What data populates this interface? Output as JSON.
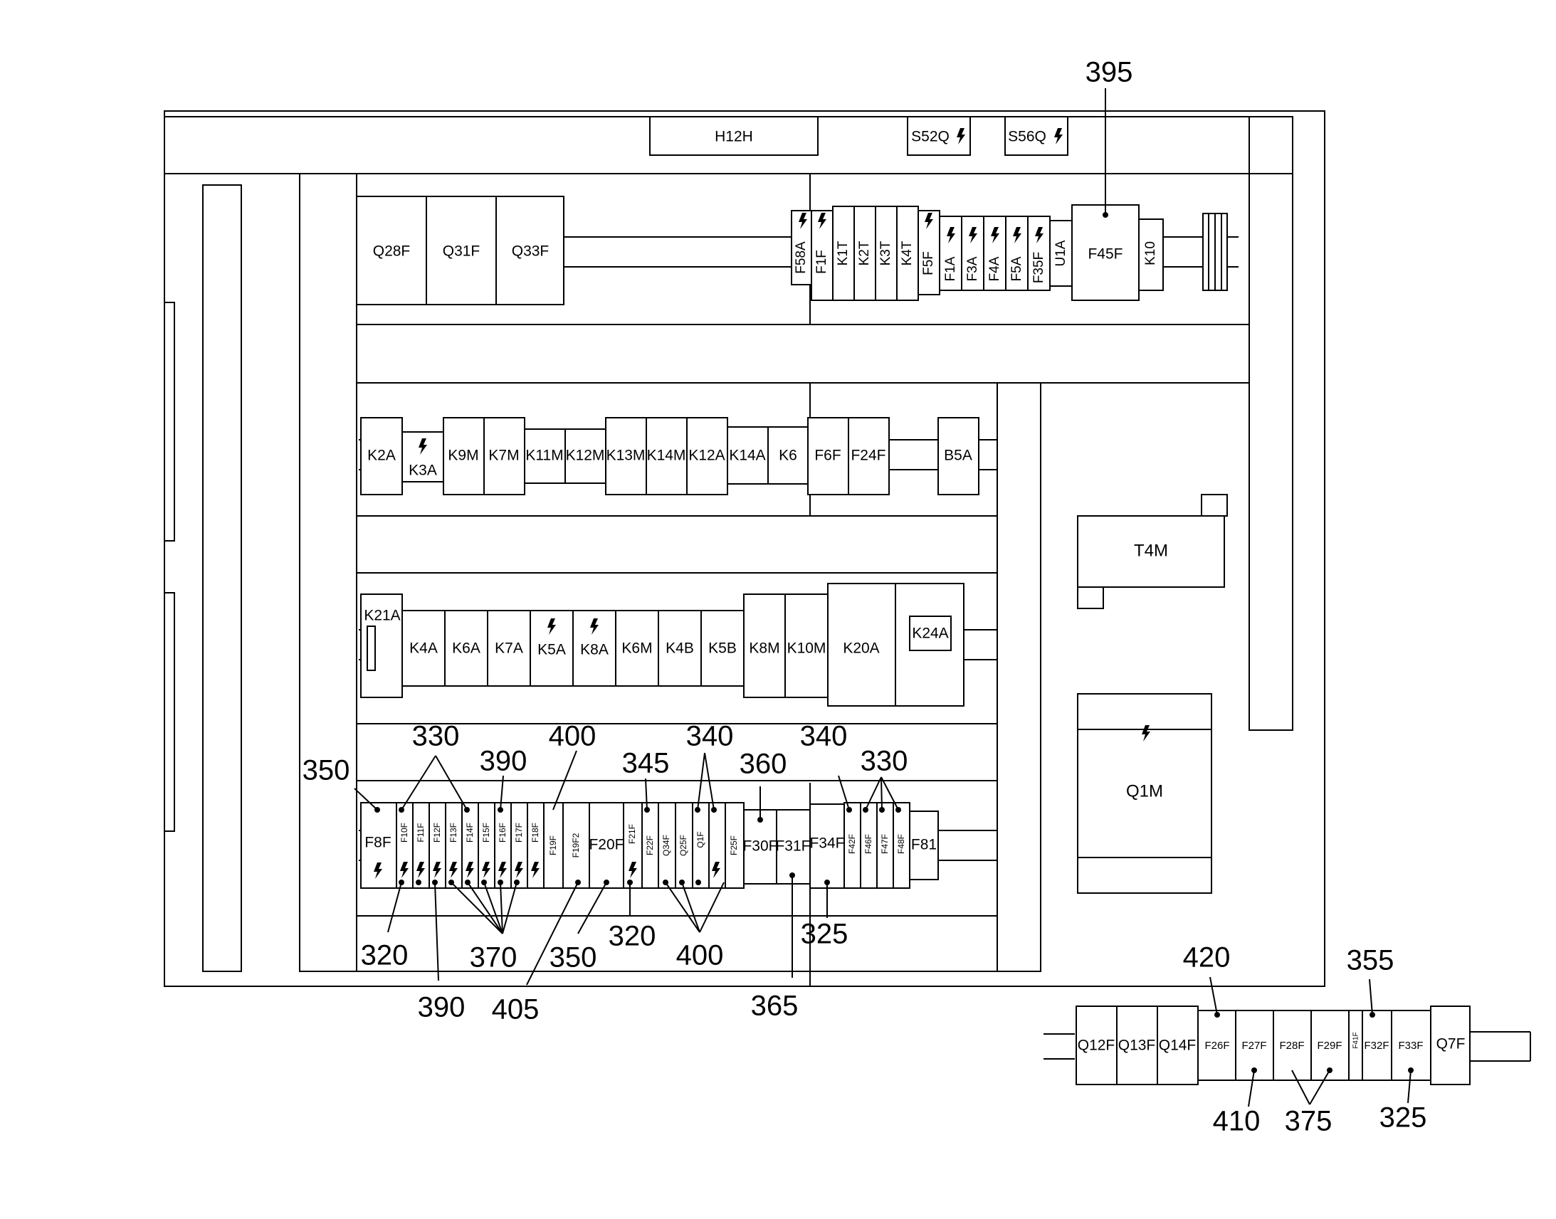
{
  "panel": {
    "top": {
      "H12H": "H12H",
      "S52Q": "S52Q",
      "S56Q": "S56Q"
    },
    "row1": {
      "Q28F": "Q28F",
      "Q31F": "Q31F",
      "Q33F": "Q33F",
      "F58A": "F58A",
      "F1F": "F1F",
      "K1T": "K1T",
      "K2T": "K2T",
      "K3T": "K3T",
      "K4T": "K4T",
      "F5F": "F5F",
      "F1A": "F1A",
      "F3A": "F3A",
      "F4A": "F4A",
      "F5A": "F5A",
      "F35F": "F35F",
      "U1A": "U1A",
      "F45F": "F45F",
      "K10": "K10"
    },
    "row2": {
      "K2A": "K2A",
      "K3A": "K3A",
      "K9M": "K9M",
      "K7M": "K7M",
      "K11M": "K11M",
      "K12M": "K12M",
      "K13M": "K13M",
      "K14M": "K14M",
      "K12A": "K12A",
      "K14A": "K14A",
      "K6": "K6",
      "F6F": "F6F",
      "F24F": "F24F",
      "B5A": "B5A"
    },
    "row3": {
      "K21A": "K21A",
      "K4A": "K4A",
      "K6A": "K6A",
      "K7A": "K7A",
      "K5A": "K5A",
      "K8A": "K8A",
      "K6M": "K6M",
      "K4B": "K4B",
      "K5B": "K5B",
      "K8M": "K8M",
      "K10M": "K10M",
      "K20A": "K20A",
      "K24A": "K24A"
    },
    "row4": {
      "F8F": "F8F",
      "F10F": "F10F",
      "F11F": "F11F",
      "F12F": "F12F",
      "F13F": "F13F",
      "F14F": "F14F",
      "F15F": "F15F",
      "F16F": "F16F",
      "F17F": "F17F",
      "F18F": "F18F",
      "F19F": "F19F",
      "F19F2": "F19F2",
      "F20F": "F20F",
      "F21F": "F21F",
      "F22F": "F22F",
      "Q34F": "Q34F",
      "Q25F": "Q25F",
      "Q1F": "Q1F",
      "F25F": "F25F",
      "F30F": "F30F",
      "F31F": "F31F",
      "F34F": "F34F",
      "F42F": "F42F",
      "F46F": "F46F",
      "F47F": "F47F",
      "F48F": "F48F",
      "F81": "F81"
    },
    "right": {
      "T4M": "T4M",
      "Q1M": "Q1M"
    }
  },
  "external_rail": {
    "Q12F": "Q12F",
    "Q13F": "Q13F",
    "Q14F": "Q14F",
    "F26F": "F26F",
    "F27F": "F27F",
    "F28F": "F28F",
    "F29F": "F29F",
    "F41F": "F41F",
    "F32F": "F32F",
    "F33F": "F33F",
    "Q7F": "Q7F"
  },
  "refs": {
    "r395": "395",
    "r350a": "350",
    "r330a": "330",
    "r390a": "390",
    "r400a": "400",
    "r345": "345",
    "r340a": "340",
    "r360": "360",
    "r340b": "340",
    "r330b": "330",
    "r320a": "320",
    "r370": "370",
    "r350b": "350",
    "r320b": "320",
    "r400b": "400",
    "r325a": "325",
    "r390b": "390",
    "r405": "405",
    "r365": "365",
    "r420": "420",
    "r355": "355",
    "r410": "410",
    "r375": "375",
    "r325b": "325"
  }
}
